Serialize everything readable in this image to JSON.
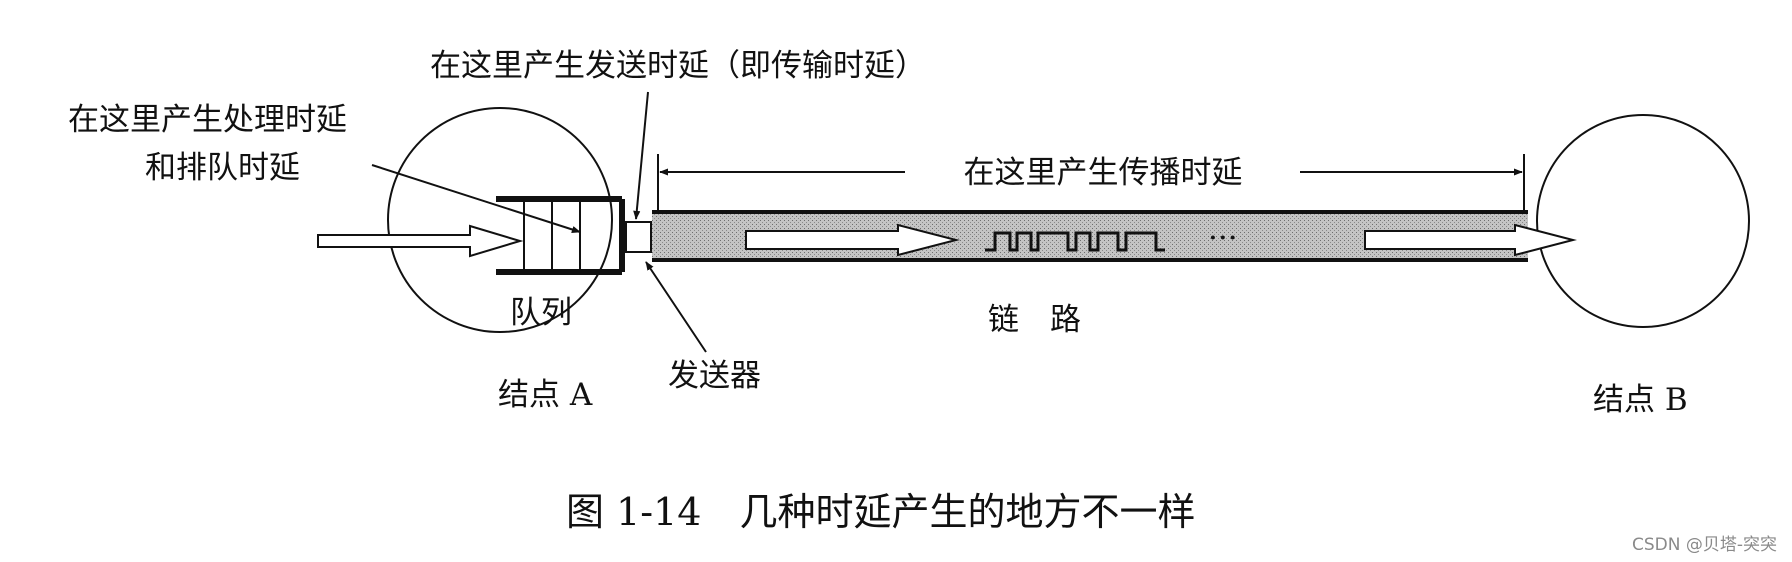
{
  "labels": {
    "transmission_delay": "在这里产生发送时延（即传输时延）",
    "processing_delay_line1": "在这里产生处理时延",
    "processing_delay_line2": "和排队时延",
    "propagation_delay": "在这里产生传播时延",
    "queue": "队列",
    "link": "链　路",
    "node_a": "结点 A",
    "transmitter": "发送器",
    "node_b": "结点 B",
    "ellipsis": "···"
  },
  "caption": "图 1-14　几种时延产生的地方不一样",
  "watermark": "CSDN @贝塔-突突",
  "colors": {
    "ink": "#111111",
    "link_fill": "#b9b9b9",
    "watermark": "#8a8a8a"
  }
}
